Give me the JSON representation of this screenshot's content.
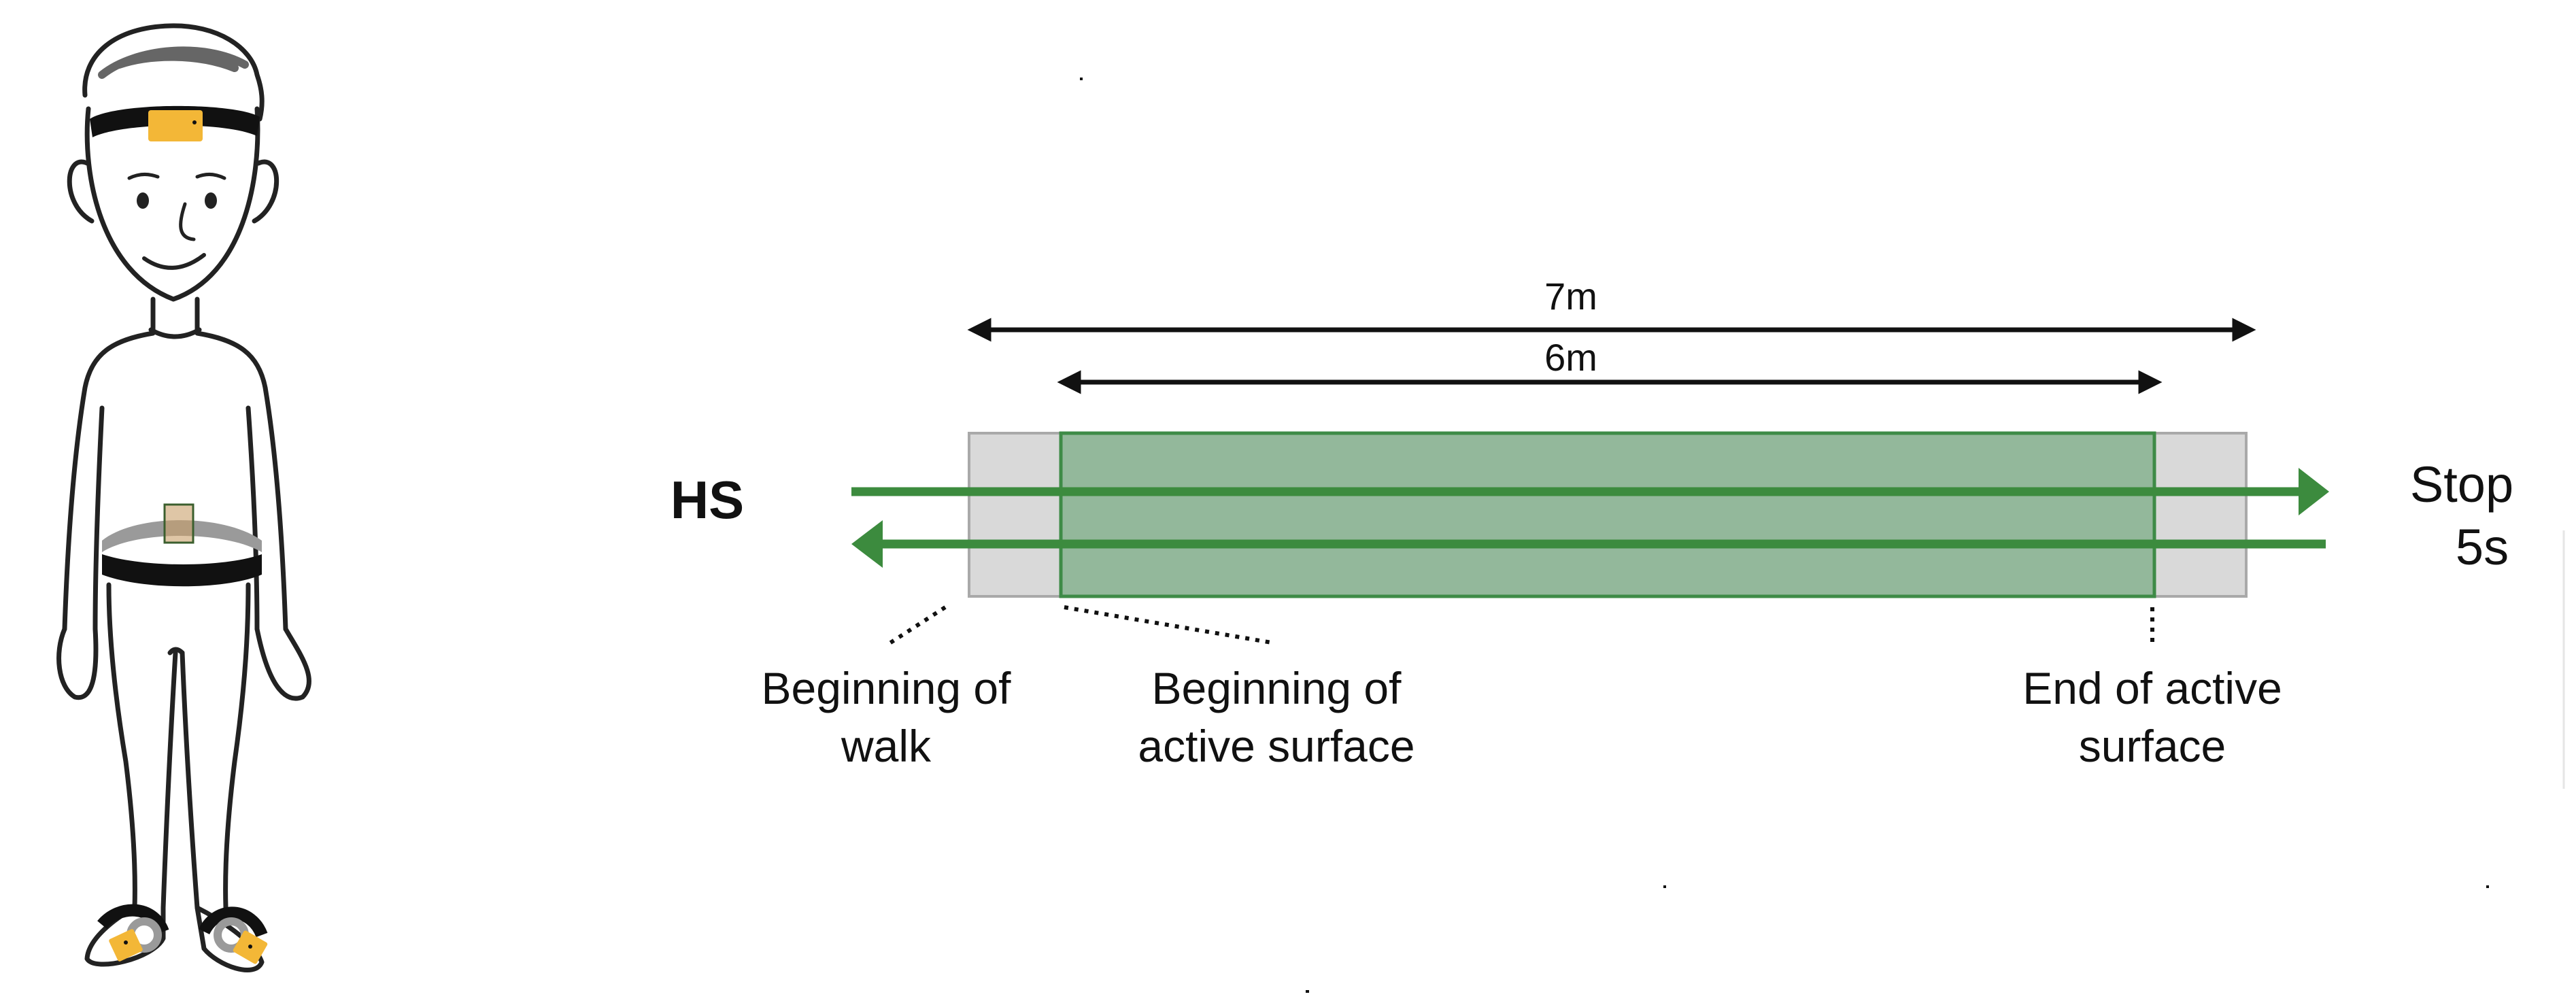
{
  "labels": {
    "dist_7m": "7m",
    "dist_6m": "6m",
    "hs": "HS",
    "stop_line1": "Stop",
    "stop_line2": "5s",
    "beginning_walk_line1": "Beginning of",
    "beginning_walk_line2": "walk",
    "beginning_active_line1": "Beginning of",
    "beginning_active_line2": "active surface",
    "end_active_line1": "End of active",
    "end_active_line2": "surface"
  },
  "colors": {
    "active_surface": "#93b89b",
    "active_border": "#3e8b47",
    "walk_arrow": "#3c8b3e",
    "inactive_surface": "#d9d9d9",
    "inactive_border": "#a9a9a9",
    "sensor": "#f3b737",
    "strap": "#111111",
    "text": "#111111"
  },
  "figure": {
    "sensor_locations": [
      "head",
      "waist",
      "left-foot",
      "right-foot"
    ]
  }
}
